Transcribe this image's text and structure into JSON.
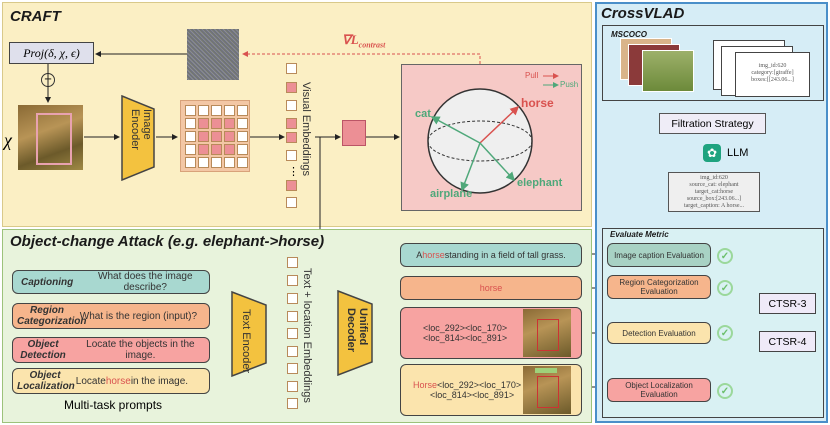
{
  "craft": {
    "title": "CRAFT",
    "proj_label": "Proj(δ, χ, ϵ)",
    "input_symbol": "χ",
    "image_encoder": "Image Encoder",
    "visual_embeddings": "Visual Embeddings",
    "grad_label": "∇L",
    "grad_sub": "contrast",
    "legend": {
      "pull": "Pull",
      "push": "Push"
    },
    "sphere_labels": {
      "horse": "horse",
      "cat": "cat",
      "elephant": "elephant",
      "airplane": "airplane"
    },
    "ellipsis": "⋮"
  },
  "attack": {
    "title": "Object-change Attack (e.g. elephant->horse)",
    "prompts": [
      {
        "task": "Captioning",
        "text": "What does the image describe?"
      },
      {
        "task": "Region Categorization",
        "text": "What is the region (input)?"
      },
      {
        "task": "Object Detection",
        "text": "Locate the objects in the image."
      },
      {
        "task": "Object Localization",
        "text_pre": "Locate ",
        "text_hl": "horse",
        "text_post": " in the image."
      }
    ],
    "prompts_caption": "Multi-task prompts",
    "text_encoder": "Text Encoder",
    "text_loc_embeddings": "Text + location Embeddings",
    "unified_decoder": "Unified Decoder",
    "outputs": {
      "caption_pre": "A ",
      "caption_hl": "horse",
      "caption_post": " standing in a field of tall grass.",
      "region": "horse",
      "detection_line1": "<loc_292><loc_170>",
      "detection_line2": "<loc_814><loc_891>",
      "localization_hl": "Horse",
      "localization_line1": "<loc_292><loc_170>",
      "localization_line2": "<loc_814><loc_891>"
    }
  },
  "crossvlad": {
    "title": "CrossVLAD",
    "mscoco": "MSCOCO",
    "annotation": [
      "img_id:620",
      "category:[giraffe]",
      "boxes:[[243.06...]"
    ],
    "filtration": "Filtration Strategy",
    "llm": "LLM",
    "llm_output": [
      "img_id:620",
      "source_cat: elephant",
      "target_cat:horse",
      "source_box:[243.06...]",
      "target_caption: A horse..."
    ],
    "evaluate_title": "Evaluate Metric",
    "evals": [
      "Image caption Evaluation",
      "Region Categorization Evaluation",
      "Detection Evaluation",
      "Object Localization Evaluation"
    ],
    "metrics": [
      "CTSR-3",
      "CTSR-4"
    ]
  },
  "colors": {
    "craft_bg": "#fbefc4",
    "attack_bg": "#e8f3dc",
    "cross_bg": "#d6edf6",
    "pink": "#ec8f95",
    "encoder": "#f3c23f",
    "pull": "#d9524f",
    "push": "#4fa87a"
  }
}
